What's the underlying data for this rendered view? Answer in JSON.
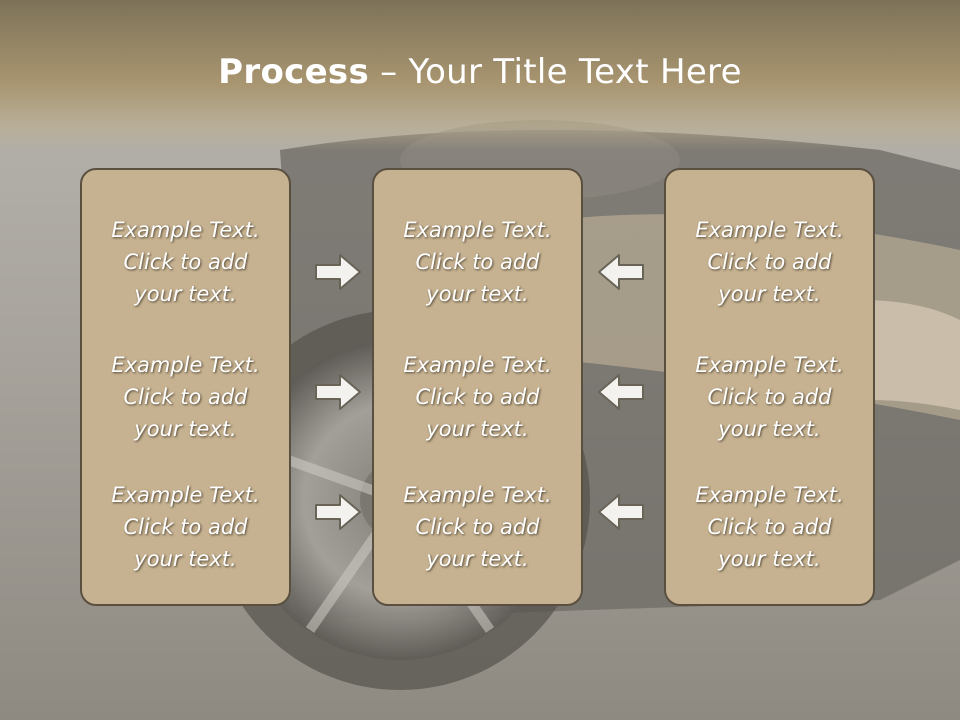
{
  "slide": {
    "title_bold": "Process",
    "title_rest": " – Your Title Text Here"
  },
  "columns": [
    {
      "items": [
        {
          "line1": "Example Text.",
          "line2": "Click  to add",
          "line3": "your text."
        },
        {
          "line1": "Example Text.",
          "line2": "Click  to add",
          "line3": "your text."
        },
        {
          "line1": "Example Text.",
          "line2": "Click  to add",
          "line3": "your text."
        }
      ]
    },
    {
      "items": [
        {
          "line1": "Example Text.",
          "line2": "Click  to add",
          "line3": "your text."
        },
        {
          "line1": "Example Text.",
          "line2": "Click  to add",
          "line3": "your text."
        },
        {
          "line1": "Example Text.",
          "line2": "Click  to add",
          "line3": "your text."
        }
      ]
    },
    {
      "items": [
        {
          "line1": "Example Text.",
          "line2": "Click  to add",
          "line3": "your text."
        },
        {
          "line1": "Example Text.",
          "line2": "Click  to add",
          "line3": "your text."
        },
        {
          "line1": "Example Text.",
          "line2": "Click  to add",
          "line3": "your text."
        }
      ]
    }
  ],
  "arrows": {
    "left_group": [
      "arrow-right-icon",
      "arrow-right-icon",
      "arrow-right-icon"
    ],
    "right_group": [
      "arrow-left-icon",
      "arrow-left-icon",
      "arrow-left-icon"
    ]
  },
  "colors": {
    "box_fill": "#c6b291",
    "box_border": "#5a5040",
    "title_band": "#a89570",
    "text": "#ffffff"
  }
}
